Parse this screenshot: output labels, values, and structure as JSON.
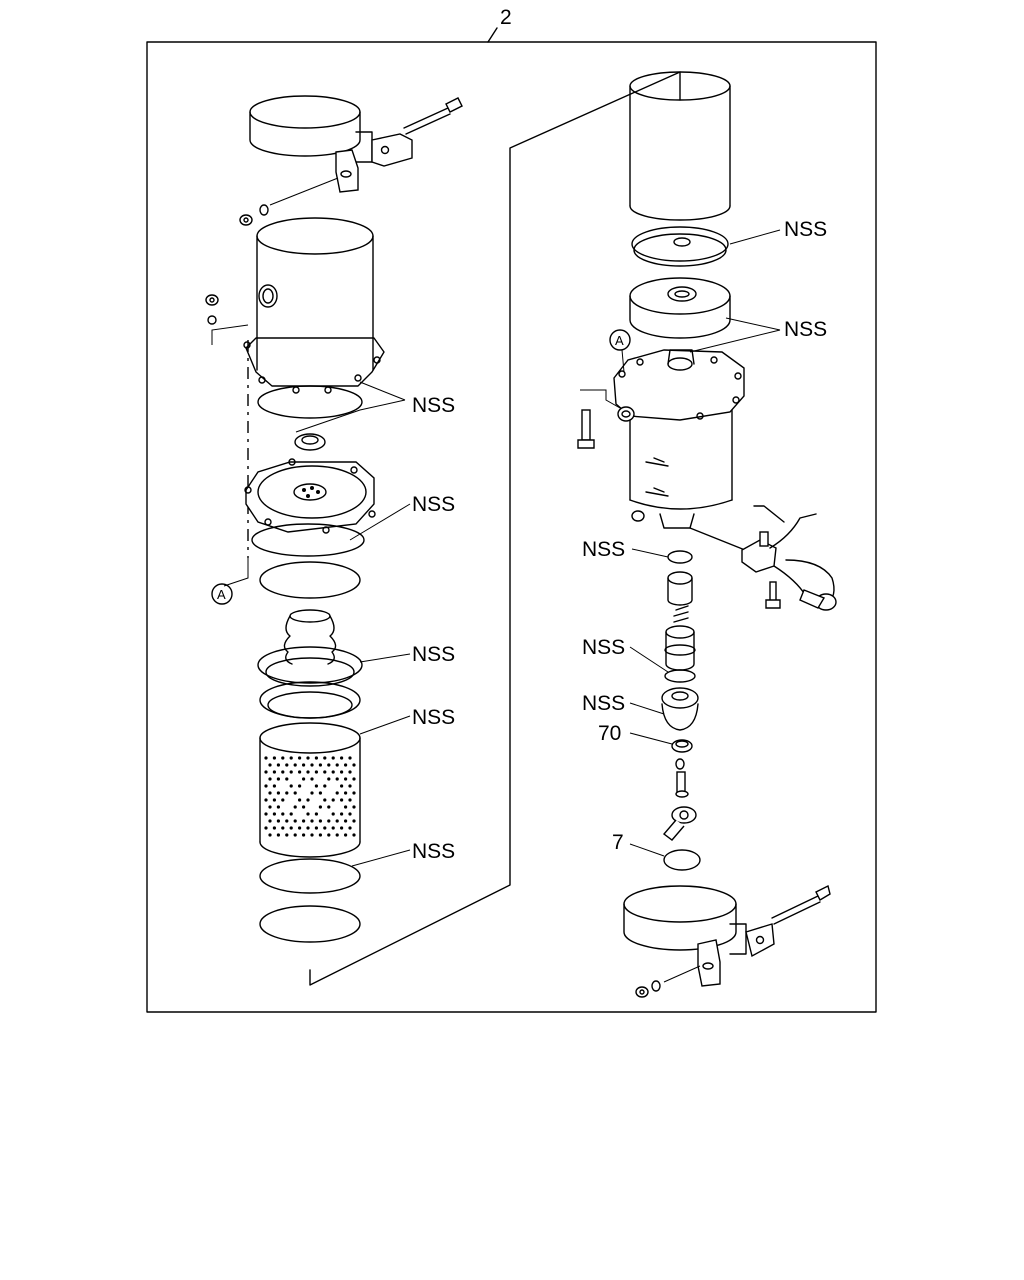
{
  "assembly_number": "2",
  "callouts": {
    "lt_1": "NSS",
    "lt_2": "NSS",
    "lt_3": "NSS",
    "lt_4": "NSS",
    "lt_5": "NSS",
    "rt_1": "NSS",
    "rt_2": "NSS",
    "rt_3": "NSS",
    "rt_4": "NSS",
    "rt_5": "NSS",
    "rt_70": "70",
    "rt_7": "7"
  },
  "reference_marks": {
    "left": "A",
    "right": "A"
  }
}
